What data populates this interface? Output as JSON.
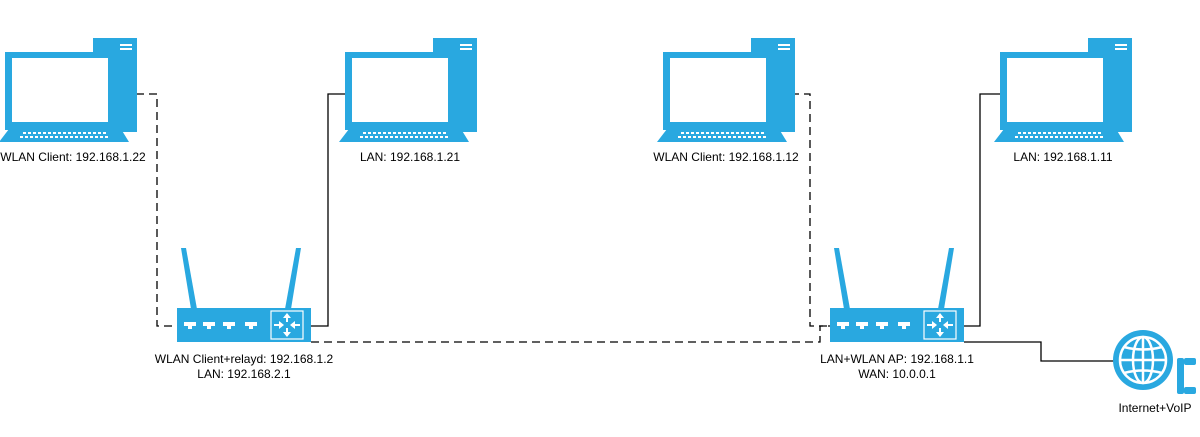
{
  "colors": {
    "device": "#29a8e0",
    "screen": "#ffffff",
    "line": "#000000",
    "background": "#ffffff"
  },
  "nodes": {
    "pc_wlan_client_left": {
      "icon": "desktop-computer-icon",
      "label": "WLAN Client: 192.168.1.22"
    },
    "pc_lan_left": {
      "icon": "desktop-computer-icon",
      "label": "LAN: 192.168.1.21"
    },
    "pc_wlan_client_right": {
      "icon": "desktop-computer-icon",
      "label": "WLAN Client: 192.168.1.12"
    },
    "pc_lan_right": {
      "icon": "desktop-computer-icon",
      "label": "LAN: 192.168.1.11"
    },
    "router_relay": {
      "icon": "wireless-router-icon",
      "label_lines": [
        "WLAN Client+relayd: 192.168.1.2",
        "LAN: 192.168.2.1"
      ]
    },
    "router_ap": {
      "icon": "wireless-router-icon",
      "label_lines": [
        "LAN+WLAN AP: 192.168.1.1",
        "WAN: 10.0.0.1"
      ]
    },
    "internet": {
      "icon": "globe-phone-icon",
      "label": "Internet+VoIP"
    }
  },
  "links": [
    {
      "from": "pc_wlan_client_left",
      "to": "router_relay",
      "type": "wlan"
    },
    {
      "from": "pc_lan_left",
      "to": "router_relay",
      "type": "wired"
    },
    {
      "from": "router_relay",
      "to": "router_ap",
      "type": "wlan"
    },
    {
      "from": "pc_wlan_client_right",
      "to": "router_ap",
      "type": "wlan"
    },
    {
      "from": "pc_lan_right",
      "to": "router_ap",
      "type": "wired"
    },
    {
      "from": "router_ap",
      "to": "internet",
      "type": "wired"
    }
  ]
}
